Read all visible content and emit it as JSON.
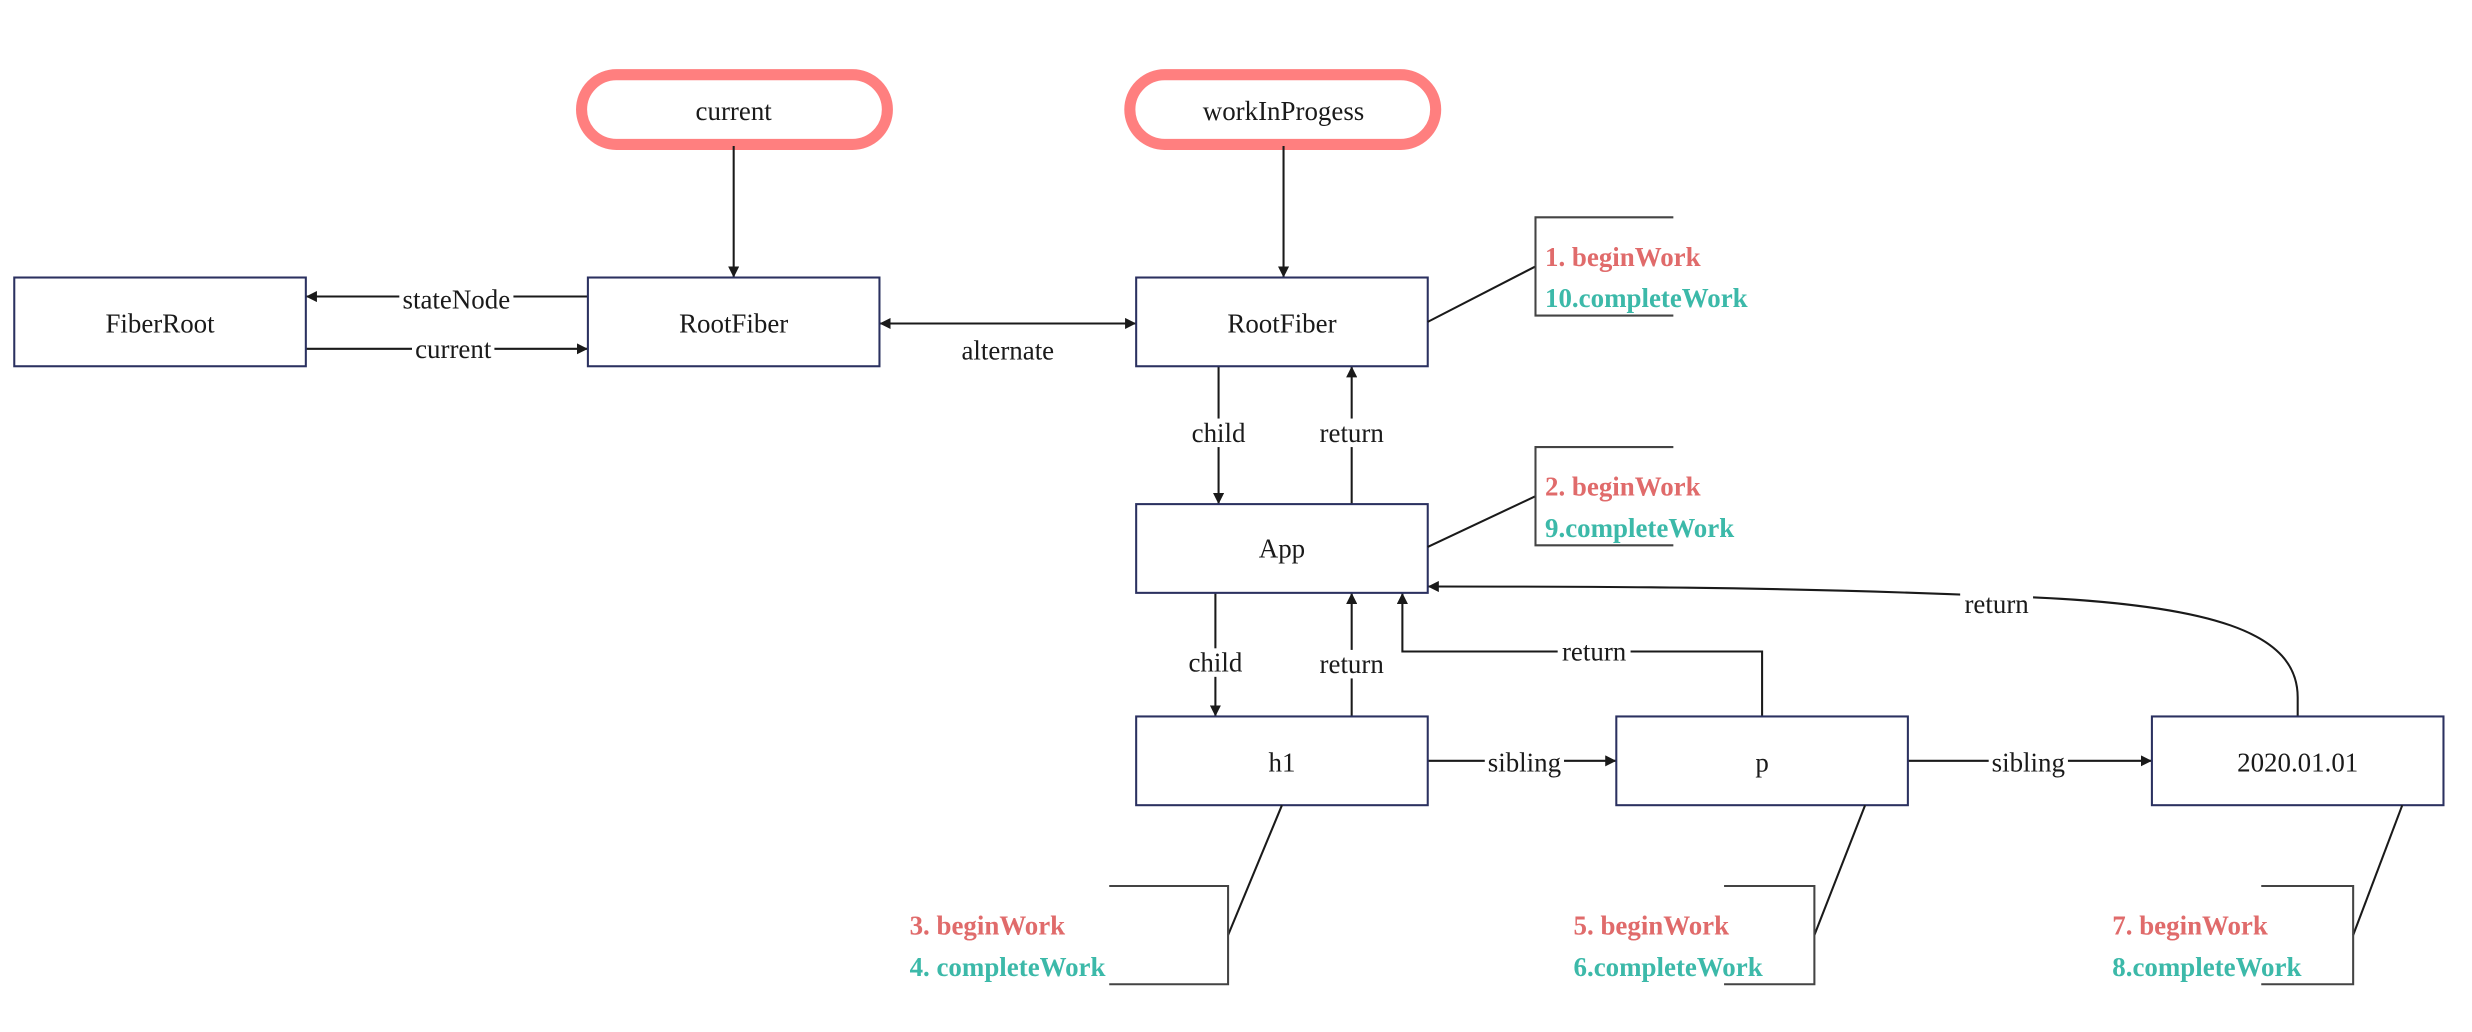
{
  "colors": {
    "pill_stroke": "#ff7f7f",
    "box_stroke": "#2b3160",
    "begin_work": "#e06b6b",
    "complete_work": "#3cb9a9",
    "edge": "#1a1a1a"
  },
  "pointers": {
    "current": "current",
    "work_in_progress": "workInProgess"
  },
  "nodes": {
    "fiber_root": "FiberRoot",
    "root_fiber_current": "RootFiber",
    "root_fiber_wip": "RootFiber",
    "app": "App",
    "h1": "h1",
    "p": "p",
    "date": "2020.01.01"
  },
  "edges": {
    "state_node": "stateNode",
    "current": "current",
    "alternate": "alternate",
    "root_child": "child",
    "root_return": "return",
    "app_child": "child",
    "h1_return": "return",
    "p_return": "return",
    "date_return": "return",
    "h1_sibling": "sibling",
    "p_sibling": "sibling"
  },
  "annotations": {
    "root_fiber": {
      "begin": "1. beginWork",
      "complete": "10.completeWork"
    },
    "app": {
      "begin": "2. beginWork",
      "complete": "9.completeWork"
    },
    "h1": {
      "begin": "3. beginWork",
      "complete": "4. completeWork"
    },
    "p": {
      "begin": "5. beginWork",
      "complete": "6.completeWork"
    },
    "date": {
      "begin": "7. beginWork",
      "complete": "8.completeWork"
    }
  }
}
